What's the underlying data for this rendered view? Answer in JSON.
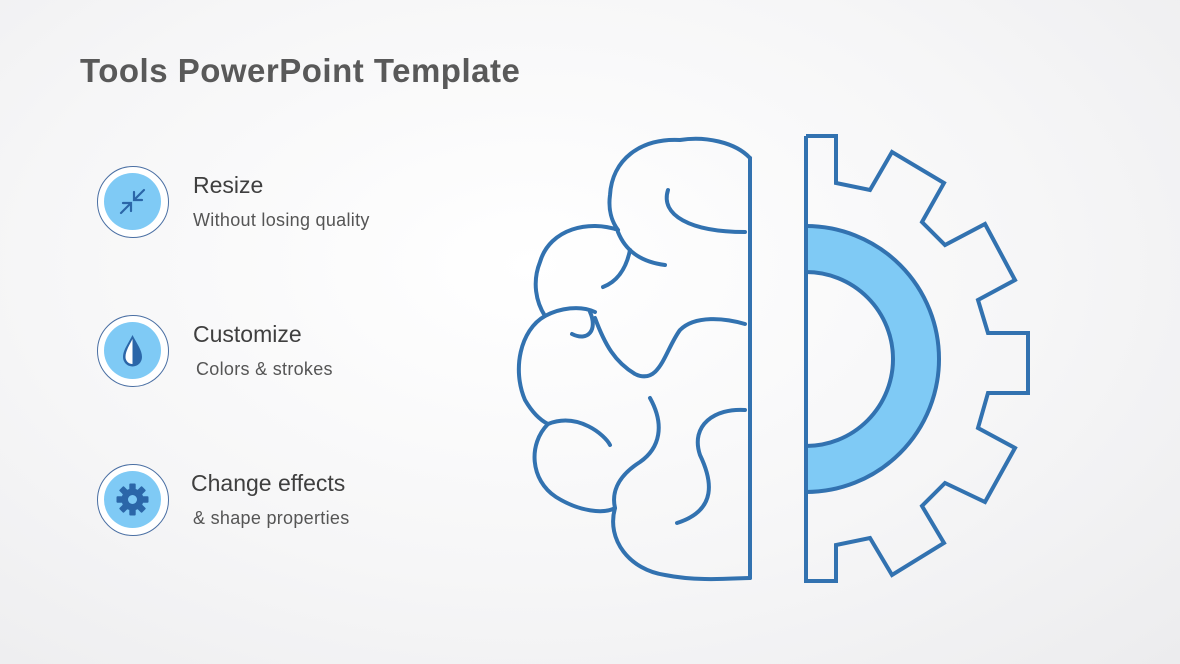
{
  "slide": {
    "title": "Tools PowerPoint Template",
    "colors": {
      "outline": "#3272b0",
      "accent_fill": "#7fcaf5",
      "title": "#595959",
      "text": "#3f3f3f"
    }
  },
  "features": [
    {
      "title": "Resize",
      "subtitle": "Without losing quality",
      "icon": "resize-arrows-icon"
    },
    {
      "title": "Customize",
      "subtitle": "Colors & strokes",
      "icon": "color-drop-icon"
    },
    {
      "title": "Change effects",
      "subtitle": "& shape properties",
      "icon": "gear-icon"
    }
  ],
  "illustration": {
    "left": "brain-half-icon",
    "right": "gear-half-icon"
  }
}
